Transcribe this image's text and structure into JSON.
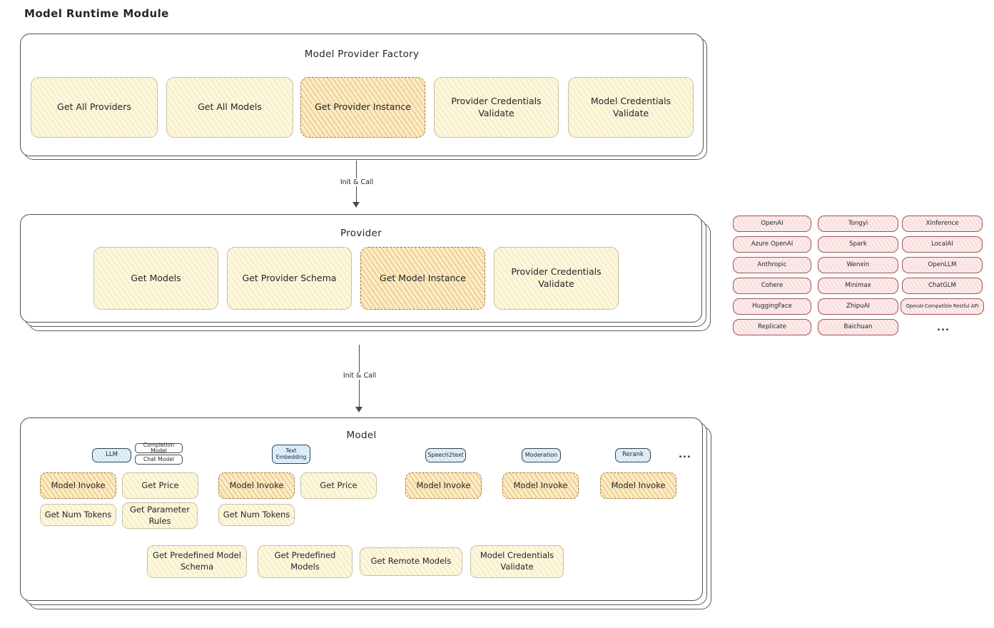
{
  "page": {
    "title": "Model Runtime Module"
  },
  "palette": {
    "yellow_fill": "#fcf7e0",
    "orange_fill": "#faeccb",
    "blue_fill": "#e3f1fb",
    "pink_fill": "#fcebeb",
    "line": "#4d5055"
  },
  "arrows": {
    "a1": "Init & Call",
    "a2": "Init & Call"
  },
  "factory": {
    "title": "Model Provider Factory",
    "items": [
      "Get All Providers",
      "Get All Models",
      "Get Provider Instance",
      "Provider Credentials Validate",
      "Model Credentials Validate"
    ]
  },
  "provider": {
    "title": "Provider",
    "items": [
      "Get Models",
      "Get Provider Schema",
      "Get Model Instance",
      "Provider Credentials Validate"
    ]
  },
  "vendors": {
    "col1": [
      "OpenAI",
      "Azure OpenAI",
      "Anthropic",
      "Cohere",
      "HuggingFace",
      "Replicate"
    ],
    "col2": [
      "Tongyi",
      "Spark",
      "Wenxin",
      "Minimax",
      "ZhipuAI",
      "Baichuan"
    ],
    "col3": [
      "Xinference",
      "LocalAI",
      "OpenLLM",
      "ChatGLM",
      "OpenAI-Compatible Restful API"
    ],
    "more": "..."
  },
  "model": {
    "title": "Model",
    "tags": {
      "llm": "LLM",
      "completion": "Completion Model",
      "chat": "Chat Model",
      "text_embedding": "Text Embedding",
      "speech2text": "Speech2text",
      "moderation": "Moderation",
      "rerank": "Rerank",
      "more": "..."
    },
    "llm_ops": [
      "Model Invoke",
      "Get Price",
      "Get Num Tokens",
      "Get Parameter Rules"
    ],
    "embedding_ops": [
      "Model Invoke",
      "Get Price",
      "Get Num Tokens"
    ],
    "speech2text_ops": [
      "Model Invoke"
    ],
    "moderation_ops": [
      "Model Invoke"
    ],
    "rerank_ops": [
      "Model Invoke"
    ],
    "common_ops": [
      "Get Predefined Model Schema",
      "Get Predefined Models",
      "Get Remote Models",
      "Model Credentials Validate"
    ]
  }
}
